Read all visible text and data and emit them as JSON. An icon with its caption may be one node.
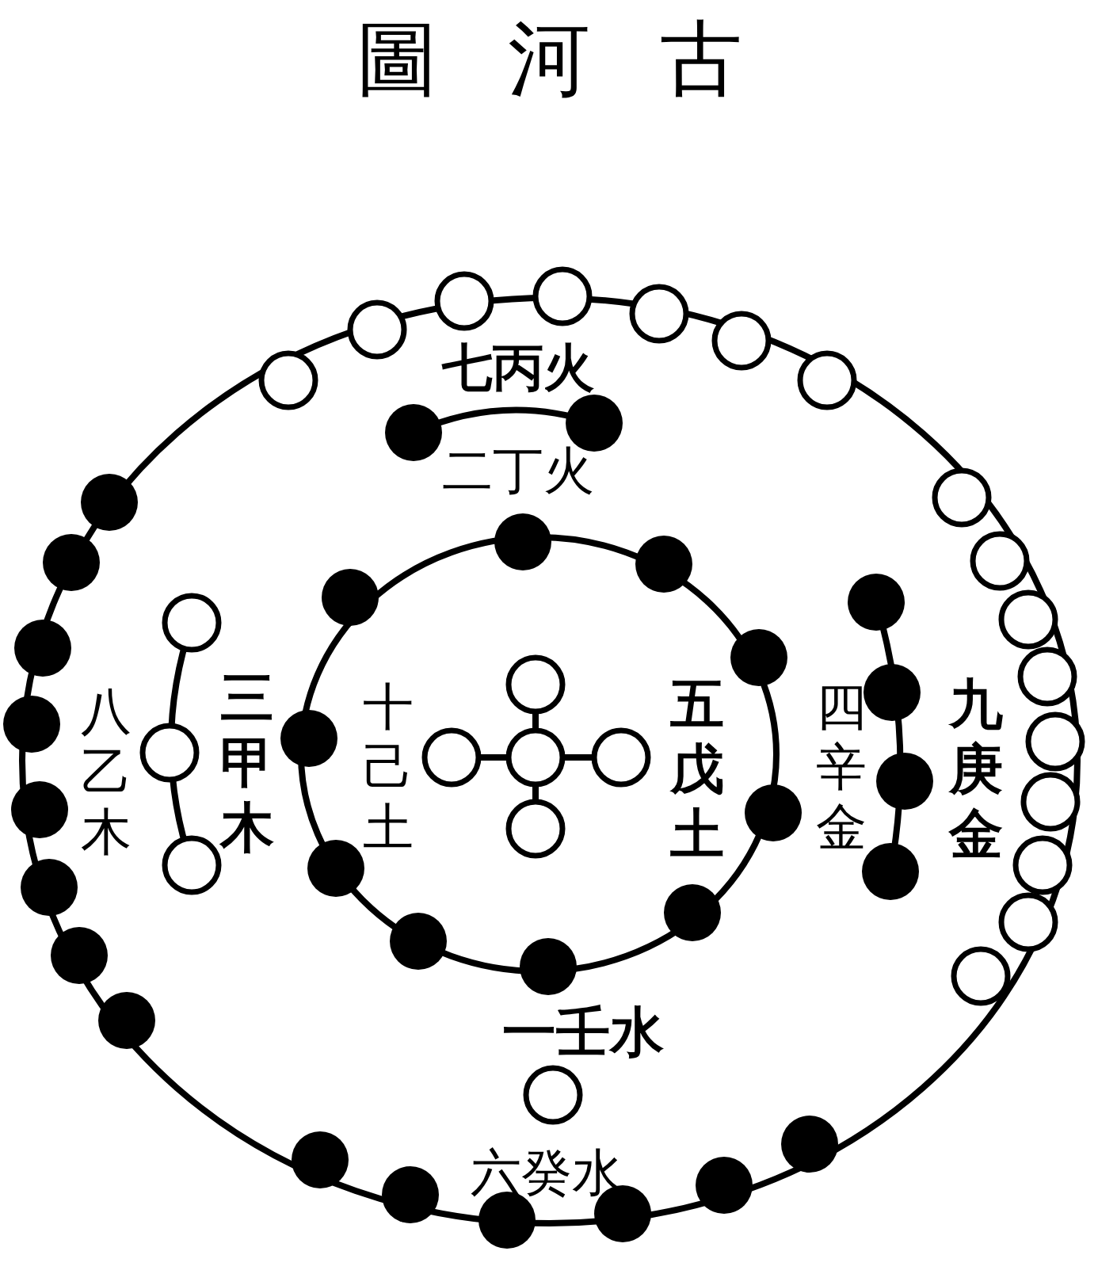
{
  "diagram": {
    "title": "圖河古",
    "labels": [
      "七丙火",
      "二丁火",
      "八乙木",
      "三甲木",
      "十己土",
      "五戊土",
      "四辛金",
      "九庚金",
      "一壬水",
      "六癸水"
    ]
  }
}
